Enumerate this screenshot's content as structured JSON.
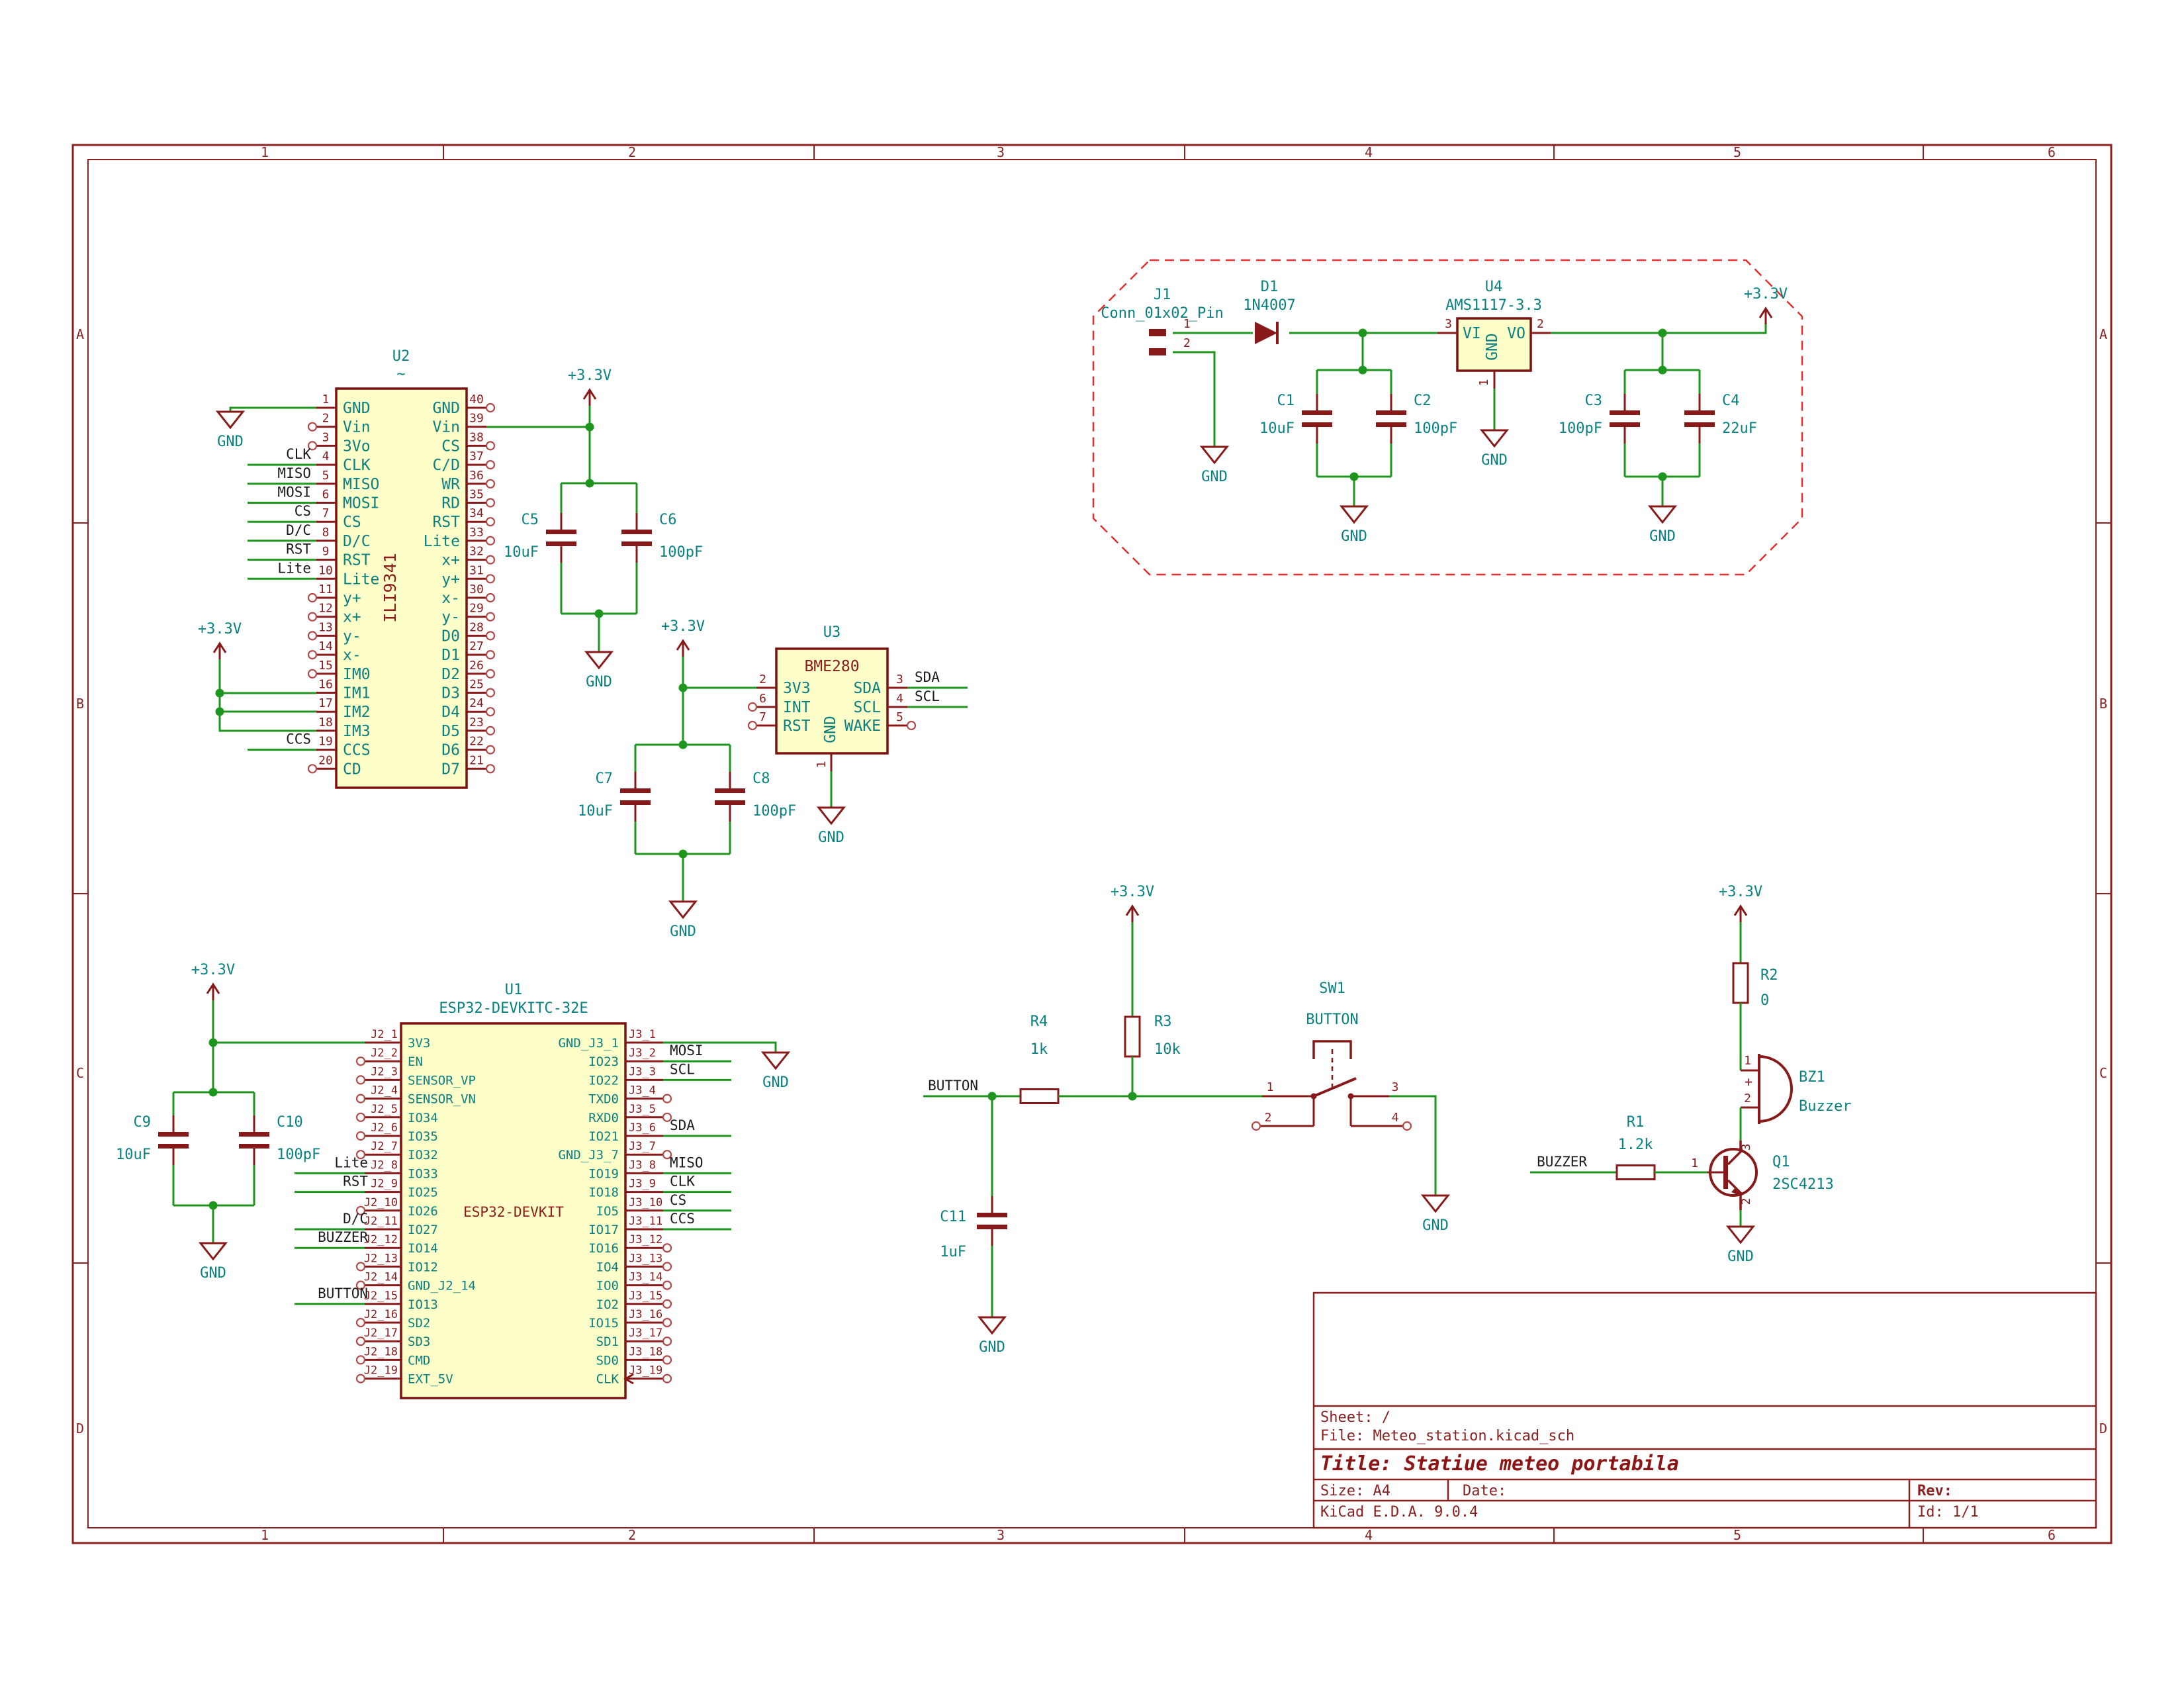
{
  "sheet": {
    "frame": {
      "cols": [
        "1",
        "2",
        "3",
        "4",
        "5",
        "6"
      ],
      "rows": [
        "A",
        "B",
        "C",
        "D"
      ]
    },
    "title_block": {
      "sheet": "Sheet: /",
      "file": "File: Meteo_station.kicad_sch",
      "title": "Title: Statiue meteo portabila",
      "size": "Size: A4",
      "date": "Date:",
      "rev": "Rev:",
      "generator": "KiCad E.D.A. 9.0.4",
      "id": "Id: 1/1"
    }
  },
  "power": {
    "v33": "+3.3V",
    "gnd": "GND"
  },
  "labels": {
    "CLK": "CLK",
    "MISO": "MISO",
    "MOSI": "MOSI",
    "CS": "CS",
    "DC": "D/C",
    "RST": "RST",
    "Lite": "Lite",
    "CCS": "CCS",
    "SDA": "SDA",
    "SCL": "SCL",
    "BUTTON": "BUTTON",
    "BUZZER": "BUZZER"
  },
  "components": {
    "U2": {
      "ref": "U2",
      "value": "~",
      "inner": "ILI9341",
      "left": [
        {
          "n": "1",
          "name": "GND"
        },
        {
          "n": "2",
          "name": "Vin"
        },
        {
          "n": "3",
          "name": "3Vo"
        },
        {
          "n": "4",
          "name": "CLK"
        },
        {
          "n": "5",
          "name": "MISO"
        },
        {
          "n": "6",
          "name": "MOSI"
        },
        {
          "n": "7",
          "name": "CS"
        },
        {
          "n": "8",
          "name": "D/C"
        },
        {
          "n": "9",
          "name": "RST"
        },
        {
          "n": "10",
          "name": "Lite"
        },
        {
          "n": "11",
          "name": "y+"
        },
        {
          "n": "12",
          "name": "x+"
        },
        {
          "n": "13",
          "name": "y-"
        },
        {
          "n": "14",
          "name": "x-"
        },
        {
          "n": "15",
          "name": "IM0"
        },
        {
          "n": "16",
          "name": "IM1"
        },
        {
          "n": "17",
          "name": "IM2"
        },
        {
          "n": "18",
          "name": "IM3"
        },
        {
          "n": "19",
          "name": "CCS"
        },
        {
          "n": "20",
          "name": "CD"
        }
      ],
      "right": [
        {
          "n": "40",
          "name": "GND"
        },
        {
          "n": "39",
          "name": "Vin"
        },
        {
          "n": "38",
          "name": "CS"
        },
        {
          "n": "37",
          "name": "C/D"
        },
        {
          "n": "36",
          "name": "WR"
        },
        {
          "n": "35",
          "name": "RD"
        },
        {
          "n": "34",
          "name": "RST"
        },
        {
          "n": "33",
          "name": "Lite"
        },
        {
          "n": "32",
          "name": "x+"
        },
        {
          "n": "31",
          "name": "y+"
        },
        {
          "n": "30",
          "name": "x-"
        },
        {
          "n": "29",
          "name": "y-"
        },
        {
          "n": "28",
          "name": "D0"
        },
        {
          "n": "27",
          "name": "D1"
        },
        {
          "n": "26",
          "name": "D2"
        },
        {
          "n": "25",
          "name": "D3"
        },
        {
          "n": "24",
          "name": "D4"
        },
        {
          "n": "23",
          "name": "D5"
        },
        {
          "n": "22",
          "name": "D6"
        },
        {
          "n": "21",
          "name": "D7"
        }
      ]
    },
    "U1": {
      "ref": "U1",
      "value": "ESP32-DEVKITC-32E",
      "inner": "ESP32-DEVKIT",
      "left": [
        {
          "n": "J2_1",
          "name": "3V3"
        },
        {
          "n": "J2_2",
          "name": "EN"
        },
        {
          "n": "J2_3",
          "name": "SENSOR_VP"
        },
        {
          "n": "J2_4",
          "name": "SENSOR_VN"
        },
        {
          "n": "J2_5",
          "name": "IO34"
        },
        {
          "n": "J2_6",
          "name": "IO35"
        },
        {
          "n": "J2_7",
          "name": "IO32"
        },
        {
          "n": "J2_8",
          "name": "IO33"
        },
        {
          "n": "J2_9",
          "name": "IO25"
        },
        {
          "n": "J2_10",
          "name": "IO26"
        },
        {
          "n": "J2_11",
          "name": "IO27"
        },
        {
          "n": "J2_12",
          "name": "IO14"
        },
        {
          "n": "J2_13",
          "name": "IO12"
        },
        {
          "n": "J2_14",
          "name": "GND_J2_14"
        },
        {
          "n": "J2_15",
          "name": "IO13"
        },
        {
          "n": "J2_16",
          "name": "SD2"
        },
        {
          "n": "J2_17",
          "name": "SD3"
        },
        {
          "n": "J2_18",
          "name": "CMD"
        },
        {
          "n": "J2_19",
          "name": "EXT_5V"
        }
      ],
      "right": [
        {
          "n": "J3_1",
          "name": "GND_J3_1"
        },
        {
          "n": "J3_2",
          "name": "IO23"
        },
        {
          "n": "J3_3",
          "name": "IO22"
        },
        {
          "n": "J3_4",
          "name": "TXD0"
        },
        {
          "n": "J3_5",
          "name": "RXD0"
        },
        {
          "n": "J3_6",
          "name": "IO21"
        },
        {
          "n": "J3_7",
          "name": "GND_J3_7"
        },
        {
          "n": "J3_8",
          "name": "IO19"
        },
        {
          "n": "J3_9",
          "name": "IO18"
        },
        {
          "n": "J3_10",
          "name": "IO5"
        },
        {
          "n": "J3_11",
          "name": "IO17"
        },
        {
          "n": "J3_12",
          "name": "IO16"
        },
        {
          "n": "J3_13",
          "name": "IO4"
        },
        {
          "n": "J3_14",
          "name": "IO0"
        },
        {
          "n": "J3_15",
          "name": "IO2"
        },
        {
          "n": "J3_16",
          "name": "IO15"
        },
        {
          "n": "J3_17",
          "name": "SD1"
        },
        {
          "n": "J3_18",
          "name": "SD0"
        },
        {
          "n": "J3_19",
          "name": "CLK"
        }
      ]
    },
    "U3": {
      "ref": "U3",
      "inner": "BME280",
      "left": [
        {
          "n": "2",
          "name": "3V3"
        },
        {
          "n": "6",
          "name": "INT"
        },
        {
          "n": "7",
          "name": "RST"
        }
      ],
      "right": [
        {
          "n": "3",
          "name": "SDA"
        },
        {
          "n": "4",
          "name": "SCL"
        },
        {
          "n": "5",
          "name": "WAKE"
        }
      ],
      "bottom": {
        "n": "1",
        "name": "GND"
      }
    },
    "U4": {
      "ref": "U4",
      "value": "AMS1117-3.3",
      "pins": {
        "vi": {
          "n": "3",
          "name": "VI"
        },
        "vo": {
          "n": "2",
          "name": "VO"
        },
        "gnd": {
          "n": "1",
          "name": "GND"
        }
      }
    },
    "J1": {
      "ref": "J1",
      "value": "Conn_01x02_Pin",
      "pins": [
        {
          "n": "1"
        },
        {
          "n": "2"
        }
      ]
    },
    "D1": {
      "ref": "D1",
      "value": "1N4007"
    },
    "SW1": {
      "ref": "SW1",
      "value": "BUTTON",
      "pins": [
        {
          "n": "1"
        },
        {
          "n": "2"
        },
        {
          "n": "3"
        },
        {
          "n": "4"
        }
      ]
    },
    "Q1": {
      "ref": "Q1",
      "value": "2SC4213",
      "pins": [
        {
          "n": "1"
        },
        {
          "n": "2"
        },
        {
          "n": "3"
        }
      ]
    },
    "BZ1": {
      "ref": "BZ1",
      "value": "Buzzer",
      "plus": "+",
      "pins": [
        {
          "n": "1"
        },
        {
          "n": "2"
        }
      ]
    },
    "R1": {
      "ref": "R1",
      "value": "1.2k"
    },
    "R2": {
      "ref": "R2",
      "value": "0"
    },
    "R3": {
      "ref": "R3",
      "value": "10k"
    },
    "R4": {
      "ref": "R4",
      "value": "1k"
    },
    "C1": {
      "ref": "C1",
      "value": "10uF"
    },
    "C2": {
      "ref": "C2",
      "value": "100pF"
    },
    "C3": {
      "ref": "C3",
      "value": "100pF"
    },
    "C4": {
      "ref": "C4",
      "value": "22uF"
    },
    "C5": {
      "ref": "C5",
      "value": "10uF"
    },
    "C6": {
      "ref": "C6",
      "value": "100pF"
    },
    "C7": {
      "ref": "C7",
      "value": "10uF"
    },
    "C8": {
      "ref": "C8",
      "value": "100pF"
    },
    "C9": {
      "ref": "C9",
      "value": "10uF"
    },
    "C10": {
      "ref": "C10",
      "value": "100pF"
    },
    "C11": {
      "ref": "C11",
      "value": "1uF"
    }
  }
}
